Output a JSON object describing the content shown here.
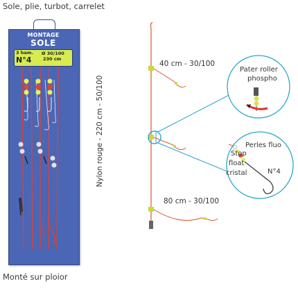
{
  "caption_top": "Sole, plie, turbot, carrelet",
  "caption_bottom": "Monté sur ploior",
  "package": {
    "title_line1": "MONTAGE",
    "title_line2": "SOLE",
    "label_hooks": "3 ham.",
    "label_number": "N°4",
    "label_nylon": "Ø 30/100",
    "label_length": "230 cm"
  },
  "diagram": {
    "main_line_label": "Nylon rouge - 220 cm - 50/100",
    "upper_snood_label": "40 cm - 30/100",
    "lower_snood_label": "80 cm - 30/100",
    "callout1": {
      "line1": "Pater roller",
      "line2": "phospho"
    },
    "callout2": {
      "perles": "Perles fluo",
      "stop1": "Stop",
      "stop2": "float",
      "stop3": "cristal",
      "hook": "N°4"
    }
  },
  "colors": {
    "card": "#4a66b5",
    "label": "#d7ec4f",
    "line": "#e0542b",
    "callout": "#2aa6c9"
  }
}
